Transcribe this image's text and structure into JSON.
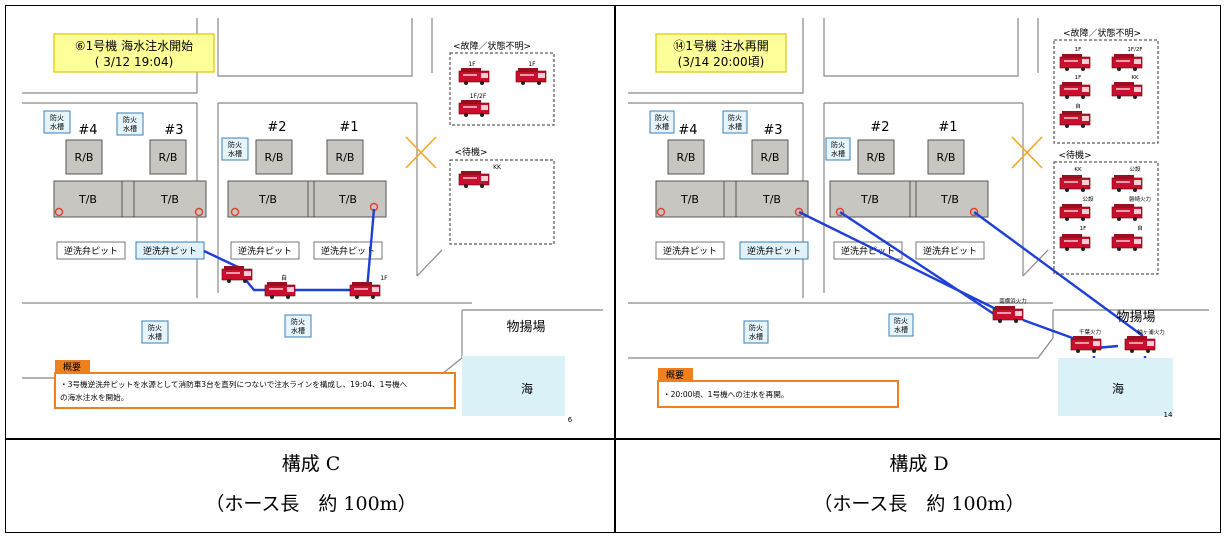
{
  "panels": [
    {
      "title_line1": "⑥1号機 海水注水開始",
      "title_line2": "( 3/12 19:04)",
      "units": [
        "#4",
        "#3",
        "#2",
        "#1"
      ],
      "rb": "R/B",
      "tb": "T/B",
      "cistern": [
        "防火",
        "水槽"
      ],
      "pits": [
        "逆洗弁ピット",
        "逆洗弁ピット",
        "逆洗弁ピット",
        "逆洗弁ピット"
      ],
      "broken_label": "<故障／状態不明>",
      "broken_trucks": [
        "1F",
        "1F",
        "1F/2F"
      ],
      "standby_label": "<待機>",
      "standby_trucks": [
        "KK"
      ],
      "deployed_trucks": [
        "自",
        "1F"
      ],
      "yard": "物揚場",
      "sea": "海",
      "summary_title": "概要",
      "summary_text1": "・3号機逆洗弁ピットを水源として消防車3台を直列につないで注水ラインを構成し、19:04、1号機へ",
      "summary_text2": "の海水注水を開始。",
      "page_no": "6"
    },
    {
      "title_line1": "⑭1号機 注水再開",
      "title_line2": "(3/14 20:00頃)",
      "units": [
        "#4",
        "#3",
        "#2",
        "#1"
      ],
      "rb": "R/B",
      "tb": "T/B",
      "cistern": [
        "防火",
        "水槽"
      ],
      "pits": [
        "逆洗弁ピット",
        "逆洗弁ピット",
        "逆洗弁ピット",
        "逆洗弁ピット"
      ],
      "broken_label": "<故障／状態不明>",
      "broken_trucks": [
        "1F",
        "1F/2F",
        "1F",
        "KK",
        "自"
      ],
      "standby_label": "<待機>",
      "standby_trucks": [
        "KK",
        "公設",
        "公設",
        "磐崎火力",
        "1F",
        "自"
      ],
      "deployed_trucks": [
        "南横浜火力",
        "千葉火力",
        "袖ヶ浦火力"
      ],
      "yard": "物揚場",
      "sea": "海",
      "summary_title": "概要",
      "summary_text1": "・20:00頃、1号機への注水を再開。",
      "summary_text2": "",
      "page_no": "14"
    }
  ],
  "captions": [
    {
      "name": "構成 C",
      "hose": "（ホース長　約 100m）"
    },
    {
      "name": "構成 D",
      "hose": "（ホース長　約 100m）"
    }
  ]
}
